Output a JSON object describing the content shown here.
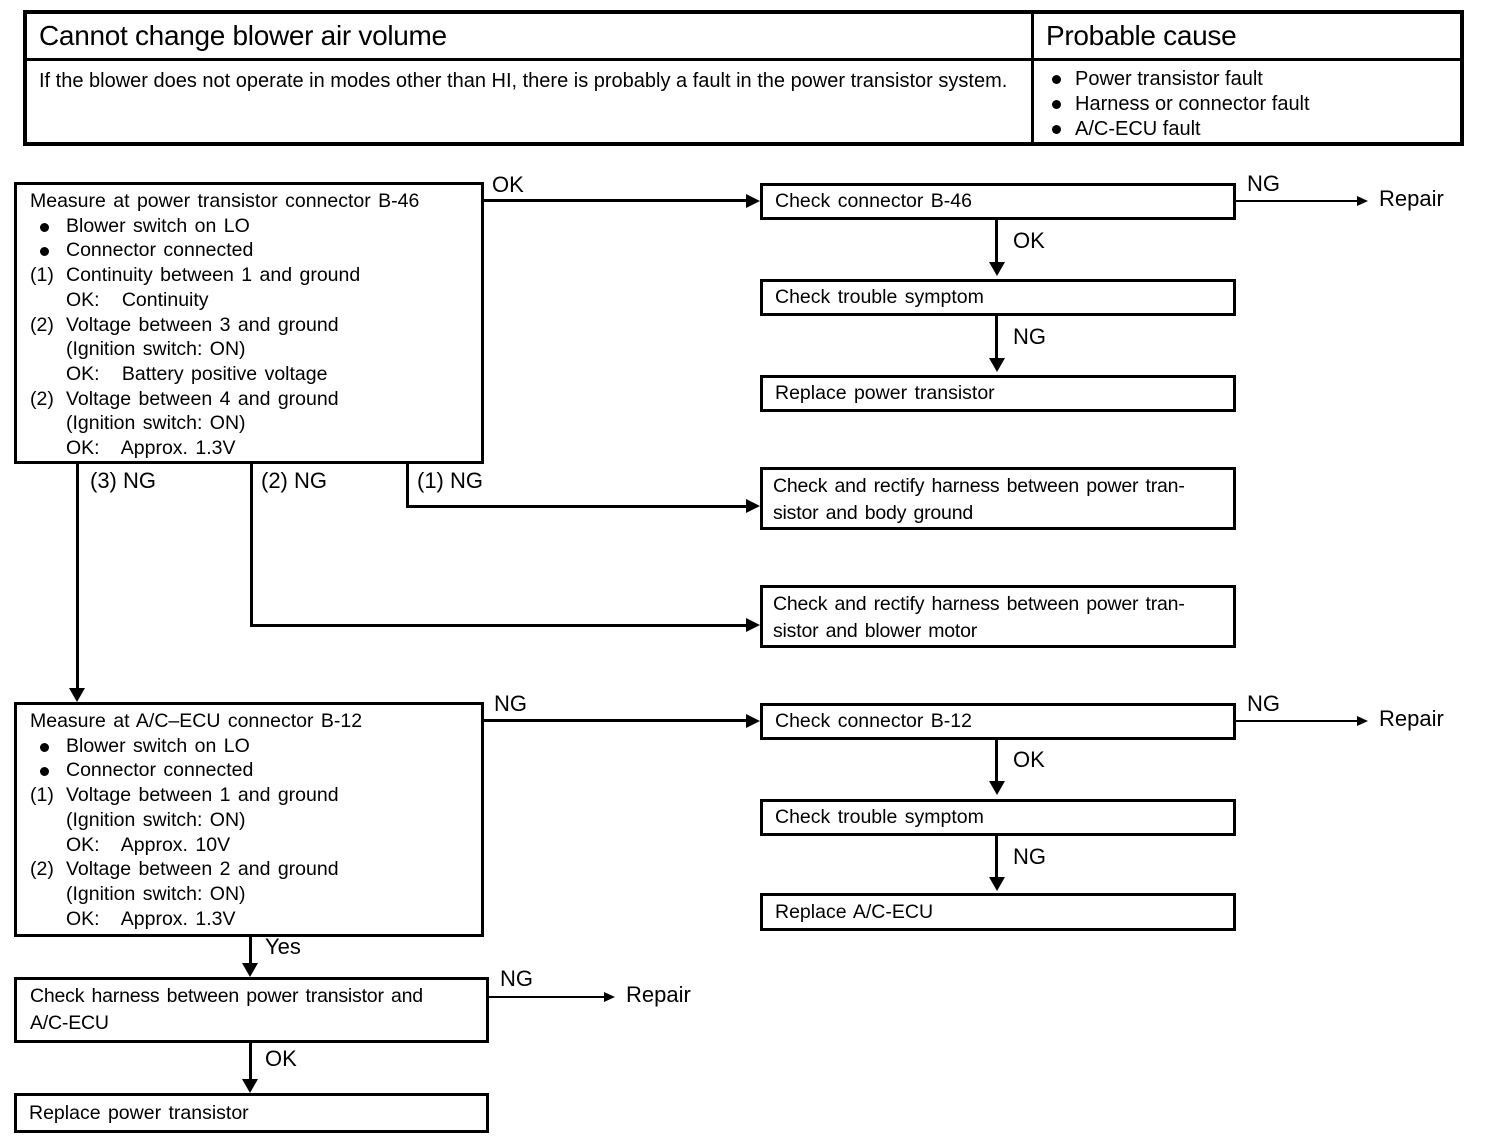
{
  "header_table": {
    "symptom": "Cannot change blower air volume",
    "probable_cause_title": "Probable cause",
    "description": "If the blower does not operate in modes other than HI, there is probably a fault in the power transistor system.",
    "causes": [
      "Power transistor fault",
      "Harness or connector fault",
      "A/C-ECU fault"
    ]
  },
  "labels": {
    "ok": "OK",
    "ng": "NG",
    "yes": "Yes",
    "repair": "Repair",
    "ng1": "(1) NG",
    "ng2": "(2) NG",
    "ng3": "(3) NG"
  },
  "boxes": {
    "measure_b46": {
      "title": "Measure at power transistor connector B-46",
      "bullets": [
        "Blower switch on LO",
        "Connector connected"
      ],
      "steps": [
        {
          "n": "(1)",
          "lines": [
            "Continuity between 1 and ground",
            "OK:   Continuity"
          ]
        },
        {
          "n": "(2)",
          "lines": [
            "Voltage between 3 and ground",
            "(Ignition switch: ON)",
            "OK:   Battery positive voltage"
          ]
        },
        {
          "n": "(2)",
          "lines": [
            "Voltage between 4 and ground",
            "(Ignition switch: ON)",
            "OK:   Approx. 1.3V"
          ]
        }
      ]
    },
    "check_connector_b46": "Check connector B-46",
    "check_trouble_symptom": "Check trouble symptom",
    "replace_power_transistor": "Replace power transistor",
    "harness_body_ground": "Check and rectify harness between power tran-\nsistor and body ground",
    "harness_blower_motor": "Check and rectify harness between power tran-\nsistor and blower motor",
    "measure_b12": {
      "title": "Measure at A/C–ECU connector B-12",
      "bullets": [
        "Blower switch on LO",
        "Connector connected"
      ],
      "steps": [
        {
          "n": "(1)",
          "lines": [
            "Voltage between 1 and ground",
            "(Ignition switch: ON)",
            "OK:   Approx. 10V"
          ]
        },
        {
          "n": "(2)",
          "lines": [
            "Voltage between 2 and ground",
            "(Ignition switch: ON)",
            "OK:   Approx. 1.3V"
          ]
        }
      ]
    },
    "check_connector_b12": "Check connector B-12",
    "replace_ac_ecu": "Replace A/C-ECU",
    "check_harness_pt_ecu": "Check harness between power transistor and\nA/C-ECU"
  }
}
